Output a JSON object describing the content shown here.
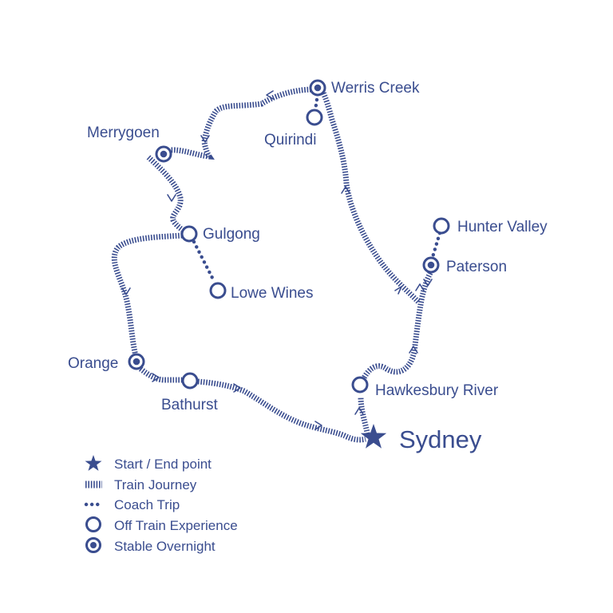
{
  "colors": {
    "ink": "#3a4d8f",
    "background": "#ffffff"
  },
  "places": {
    "werris_creek": "Werris Creek",
    "quirindi": "Quirindi",
    "merrygoen": "Merrygoen",
    "gulgong": "Gulgong",
    "lowe_wines": "Lowe Wines",
    "hunter_valley": "Hunter Valley",
    "paterson": "Paterson",
    "orange": "Orange",
    "bathurst": "Bathurst",
    "hawkesbury_river": "Hawkesbury River",
    "sydney": "Sydney"
  },
  "legend": {
    "start_end": "Start / End point",
    "train": "Train Journey",
    "coach": "Coach Trip",
    "off_train": "Off Train Experience",
    "stable": "Stable Overnight"
  },
  "icons": {
    "start_end": "star-icon",
    "train": "hatched-line-icon",
    "coach": "dotted-line-icon",
    "off_train": "ring-icon",
    "stable": "ring-dot-icon"
  }
}
